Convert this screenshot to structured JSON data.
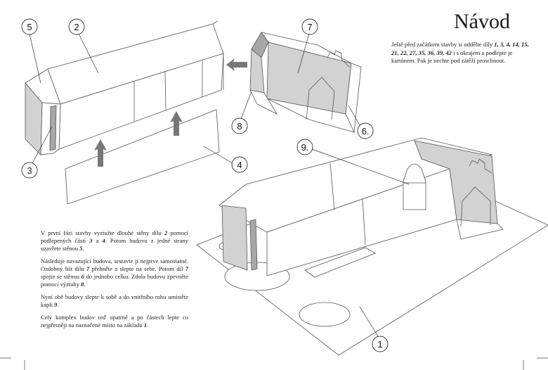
{
  "title": "Návod",
  "intro": {
    "line1": "Ještě před začátkem stavby si oddělte díly",
    "parts": "1, 3, 4, 14, 15, 21, 22, 27, 35, 36, 39, 42",
    "line3": "i s okrajem a podlepte je kartónem. Pak je nechte pod zátěží proschnout."
  },
  "steps": [
    {
      "a": "V první fázi stavby vyztužte dlouhé stěny dílu ",
      "b": "2",
      "c": " pomocí podlepených částí ",
      "d": "3",
      "e": " a ",
      "f": "4",
      "g": ". Potom budovu z jedné strany uzavřete stěnou ",
      "h": "5",
      "i": "."
    },
    {
      "a": "Následuje navazující budova, sestavte ji nejprve samostatné. Ozdobný štít dílu ",
      "b": "7",
      "c": " přehněte a slepte na sebe. Potom díl ",
      "d": "7",
      "e": " spojte se stěnou ",
      "f": "6",
      "g": " do jednoho celku. Zdola budovu zpevněte pomocí výztuhy ",
      "h": "8",
      "i": "."
    },
    {
      "a": "Nyní obě budovy slepte k sobě a do vnitřního rohu umístěte kapli ",
      "b": "9",
      "c": ".",
      "d": "",
      "e": "",
      "f": "",
      "g": "",
      "h": "",
      "i": ""
    },
    {
      "a": "Celý komplex budov teď opatrně a po částech lepte co nejpřesněji na naznačené místo na základu ",
      "b": "1",
      "c": ".",
      "d": "",
      "e": "",
      "f": "",
      "g": "",
      "h": "",
      "i": ""
    }
  ],
  "callouts": {
    "c1": "1",
    "c2": "2",
    "c3": "3",
    "c4": "4",
    "c5": "5",
    "c6": "6.",
    "c7": "7",
    "c8": "8",
    "c9": "9."
  }
}
